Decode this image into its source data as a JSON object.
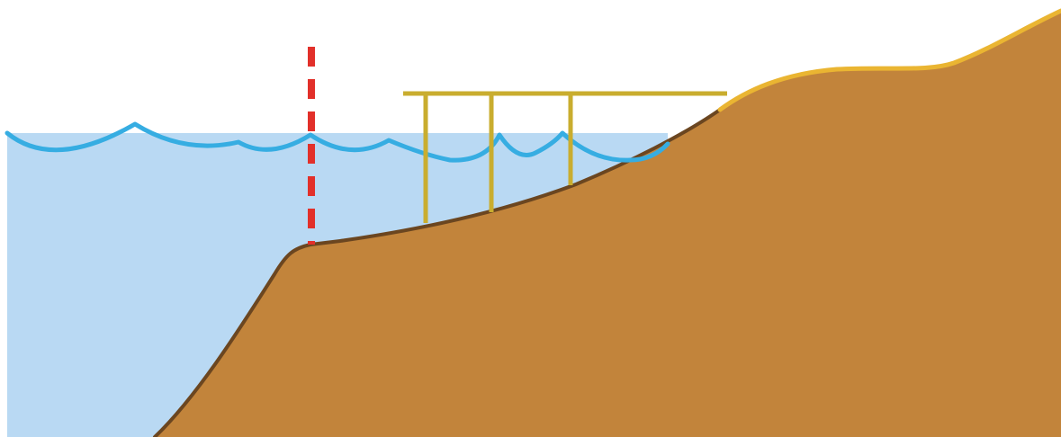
{
  "diagram": {
    "description_free": true,
    "colors": {
      "background": "#ffffff",
      "water_fill": "#b9d9f3",
      "water_surface": "#36ade2",
      "land_fill": "#c2843b",
      "seabed_line": "#6b4620",
      "shore_top_line": "#eab532",
      "pier": "#c9ad2f",
      "marker_line": "#e2302a"
    },
    "elements": {
      "water": "water-body",
      "surface": "wavy-water-surface",
      "land": "coastal-land-slope",
      "pier": "pier-structure",
      "marker": "dashed-vertical-marker"
    }
  }
}
